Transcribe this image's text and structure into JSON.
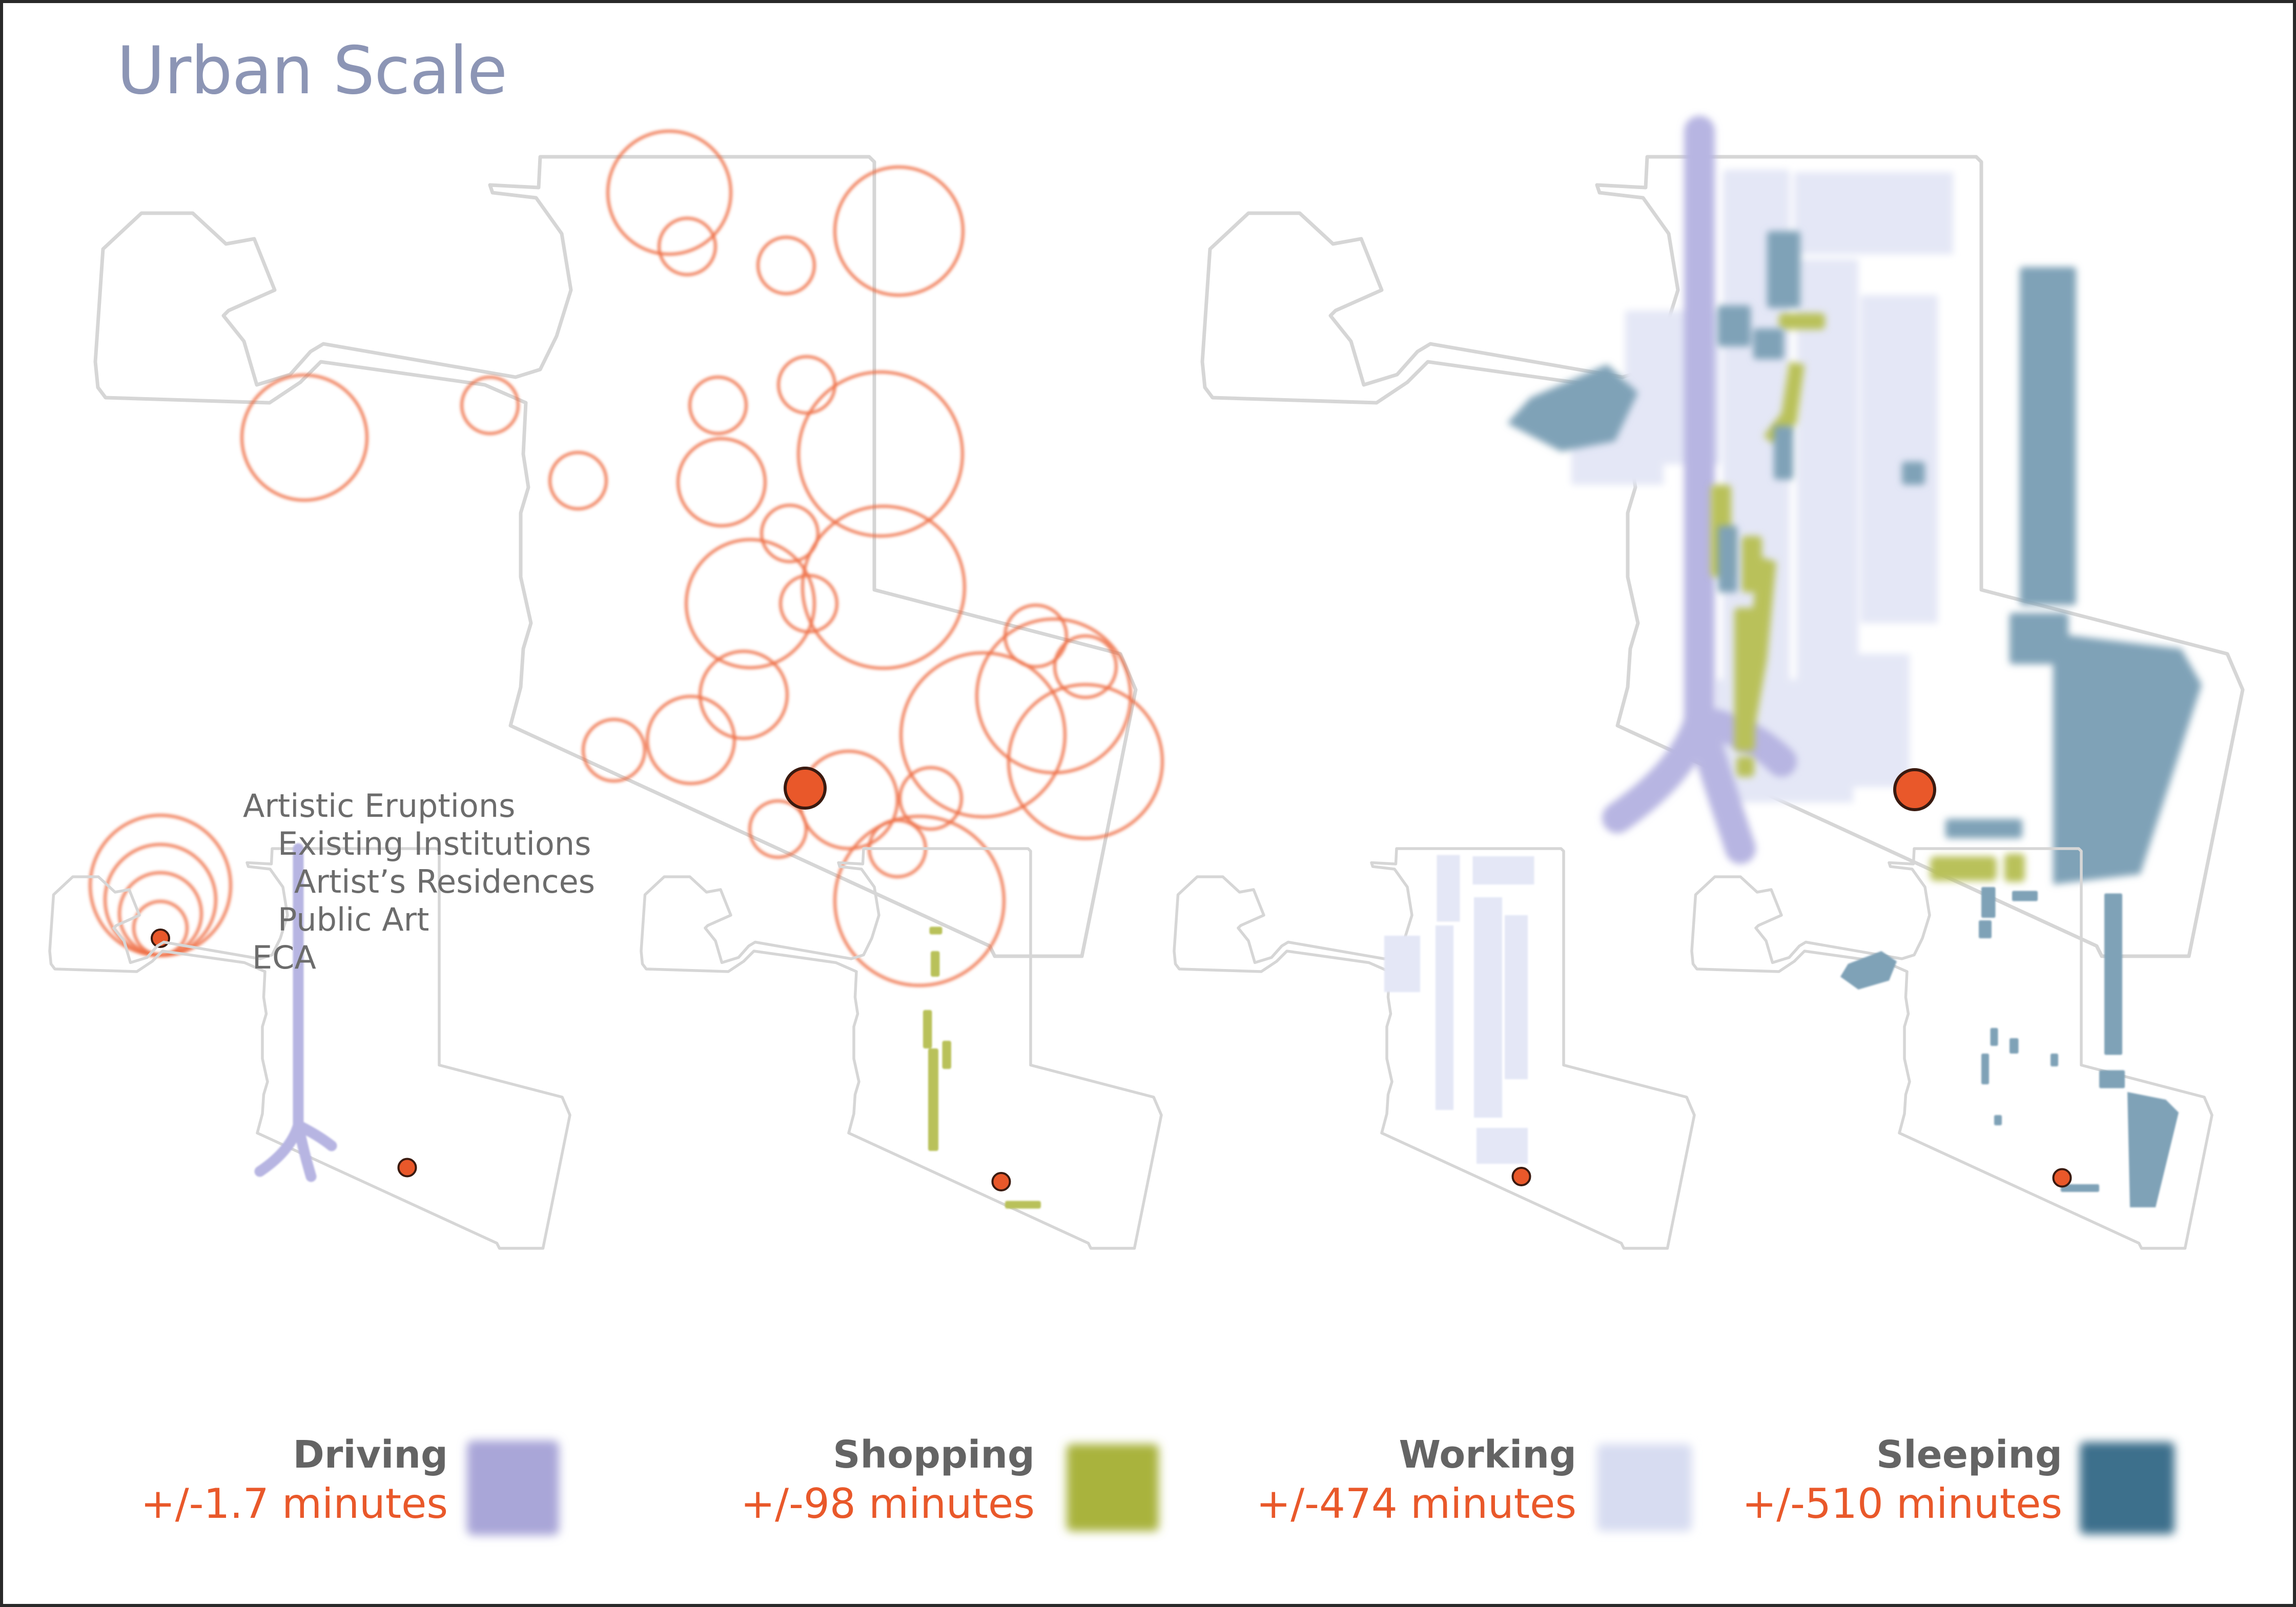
{
  "title": "Urban Scale",
  "legend": {
    "items": [
      "Artistic Eruptions",
      "Existing Institutions",
      "Artist’s Residences",
      "Public Art",
      "ECA"
    ]
  },
  "categories": [
    {
      "name": "Driving",
      "duration": "+/-1.7 minutes",
      "color": "#a9a6d8"
    },
    {
      "name": "Shopping",
      "duration": "+/-98 minutes",
      "color": "#a9b33c"
    },
    {
      "name": "Working",
      "duration": "+/-474 minutes",
      "color": "#d7dcf1"
    },
    {
      "name": "Sleeping",
      "duration": "+/-510 minutes",
      "color": "#3d6f8c"
    }
  ],
  "colors": {
    "accent": "#e9582a",
    "title": "#8c95b5",
    "outline": "#d6d6d6",
    "river": "#b7b5e2",
    "shopping": "#b9c15a",
    "working": "#e4e7f6",
    "sleeping": "#7fa2b7"
  }
}
